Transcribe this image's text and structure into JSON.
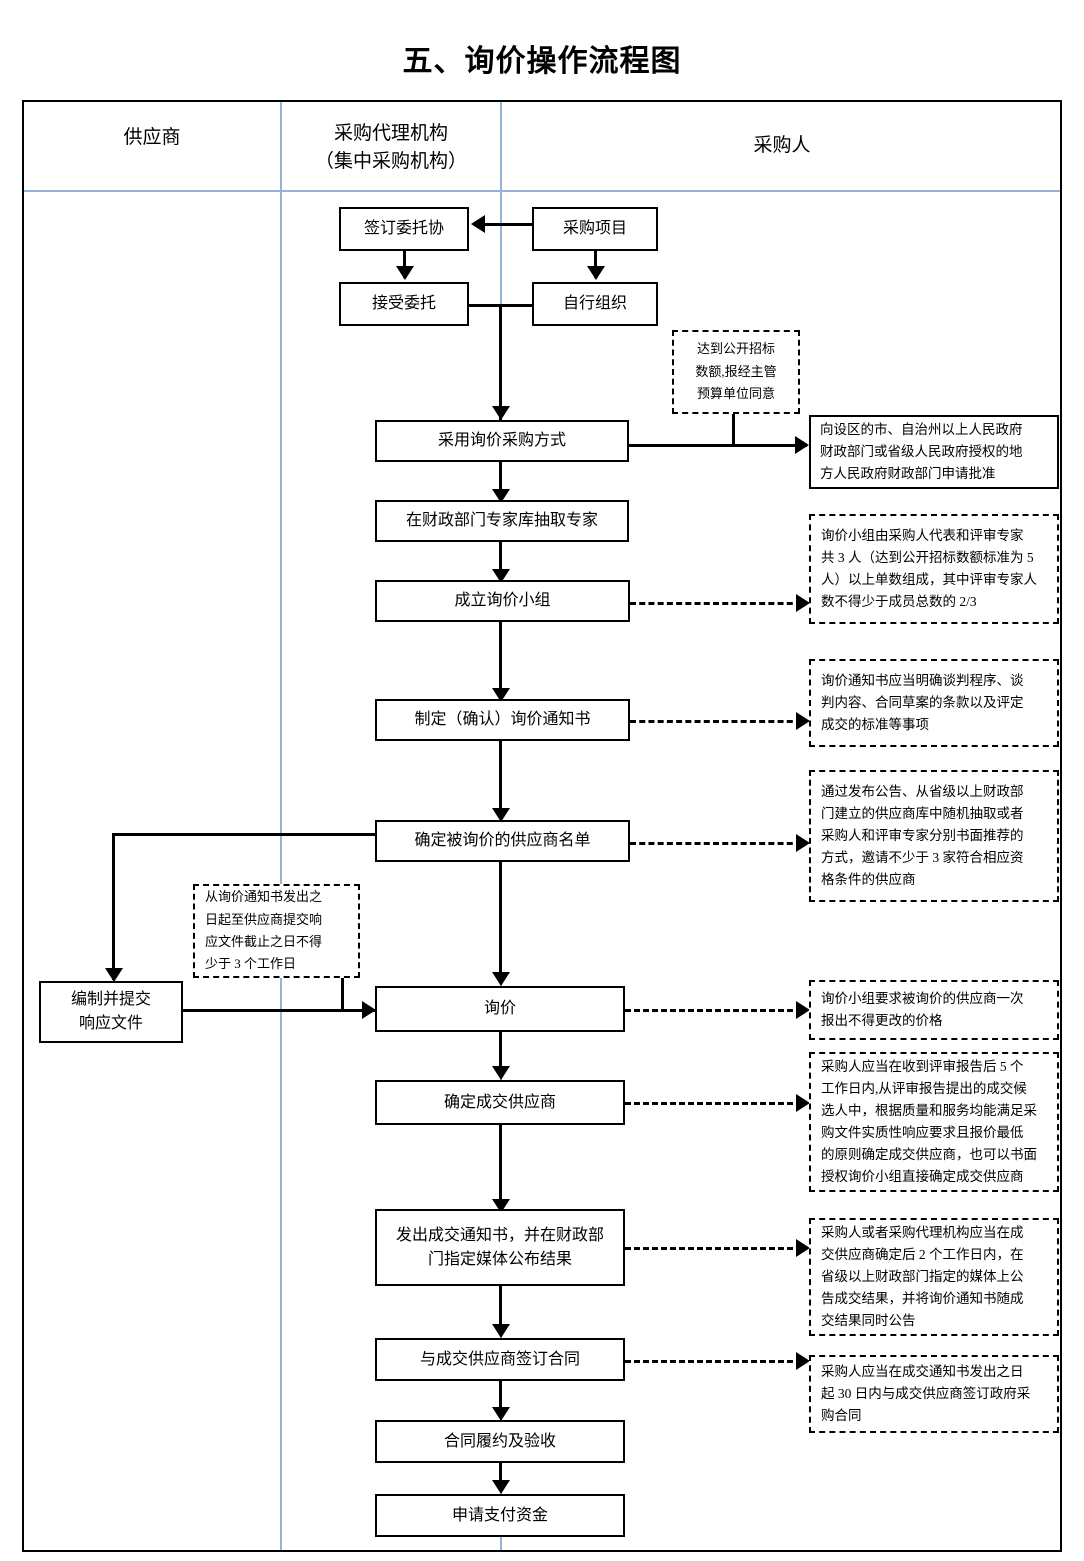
{
  "page": {
    "title": "五、询价操作流程图"
  },
  "lanes": [
    {
      "id": "supplier",
      "label": "供应商",
      "sublabel": ""
    },
    {
      "id": "agency",
      "label": "采购代理机构",
      "sublabel": "（集中采购机构）"
    },
    {
      "id": "purchaser",
      "label": "采购人",
      "sublabel": ""
    }
  ],
  "nodes": [
    {
      "id": "sign-entrust",
      "lane": "agency",
      "label": "签订委托协"
    },
    {
      "id": "procurement-project",
      "lane": "purchaser",
      "label": "采购项目"
    },
    {
      "id": "accept-entrust",
      "lane": "agency",
      "label": "接受委托"
    },
    {
      "id": "self-organize",
      "lane": "purchaser",
      "label": "自行组织"
    },
    {
      "id": "adopt-inquiry",
      "lane": "agency",
      "label": "采用询价采购方式"
    },
    {
      "id": "draw-experts",
      "lane": "agency",
      "label": "在财政部门专家库抽取专家"
    },
    {
      "id": "form-group",
      "lane": "agency",
      "label": "成立询价小组"
    },
    {
      "id": "make-notice",
      "lane": "agency",
      "label": "制定（确认）询价通知书"
    },
    {
      "id": "determine-list",
      "lane": "agency",
      "label": "确定被询价的供应商名单"
    },
    {
      "id": "prepare-response",
      "lane": "supplier",
      "label": "编制并提交\n响应文件"
    },
    {
      "id": "inquiry",
      "lane": "agency",
      "label": "询价"
    },
    {
      "id": "determine-supplier",
      "lane": "agency",
      "label": "确定成交供应商"
    },
    {
      "id": "issue-notice",
      "lane": "agency",
      "label": "发出成交通知书，并在财政部\n门指定媒体公布结果"
    },
    {
      "id": "sign-contract",
      "lane": "agency",
      "label": "与成交供应商签订合同"
    },
    {
      "id": "contract-perform",
      "lane": "agency",
      "label": "合同履约及验收"
    },
    {
      "id": "apply-payment",
      "lane": "agency",
      "label": "申请支付资金"
    }
  ],
  "notes": [
    {
      "id": "note-public-bid-amount",
      "style": "dashed",
      "text": "达到公开招标\n数额,报经主管\n预算单位同意"
    },
    {
      "id": "note-apply-approval",
      "style": "solid",
      "text": "向设区的市、自治州以上人民政府\n财政部门或省级人民政府授权的地\n方人民政府财政部门申请批准"
    },
    {
      "id": "note-group-composition",
      "style": "dashed",
      "text": "询价小组由采购人代表和评审专家\n共 3 人（达到公开招标数额标准为 5\n人）以上单数组成，其中评审专家人\n数不得少于成员总数的 2/3"
    },
    {
      "id": "note-notice-content",
      "style": "dashed",
      "text": "询价通知书应当明确谈判程序、谈\n判内容、合同草案的条款以及评定\n成交的标准等事项"
    },
    {
      "id": "note-invite-suppliers",
      "style": "dashed",
      "text": "通过发布公告、从省级以上财政部\n门建立的供应商库中随机抽取或者\n采购人和评审专家分别书面推荐的\n方式，邀请不少于 3 家符合相应资\n格条件的供应商"
    },
    {
      "id": "note-three-workdays",
      "style": "dashed",
      "text": "从询价通知书发出之\n日起至供应商提交响\n应文件截止之日不得\n少于 3 个工作日"
    },
    {
      "id": "note-one-quote",
      "style": "dashed",
      "text": "询价小组要求被询价的供应商一次\n报出不得更改的价格"
    },
    {
      "id": "note-five-workdays",
      "style": "dashed",
      "text": "采购人应当在收到评审报告后 5 个\n工作日内,从评审报告提出的成交候\n选人中，根据质量和服务均能满足采\n购文件实质性响应要求且报价最低\n的原则确定成交供应商，也可以书面\n授权询价小组直接确定成交供应商"
    },
    {
      "id": "note-two-workdays",
      "style": "dashed",
      "text": "采购人或者采购代理机构应当在成\n交供应商确定后 2 个工作日内，在\n省级以上财政部门指定的媒体上公\n告成交结果，并将询价通知书随成\n交结果同时公告"
    },
    {
      "id": "note-thirty-days",
      "style": "dashed",
      "text": "采购人应当在成交通知书发出之日\n起 30 日内与成交供应商签订政府采\n购合同"
    }
  ],
  "colors": {
    "lane_divider": "#95b3d7",
    "frame": "#000000",
    "box_border": "#000000",
    "background": "#ffffff"
  }
}
